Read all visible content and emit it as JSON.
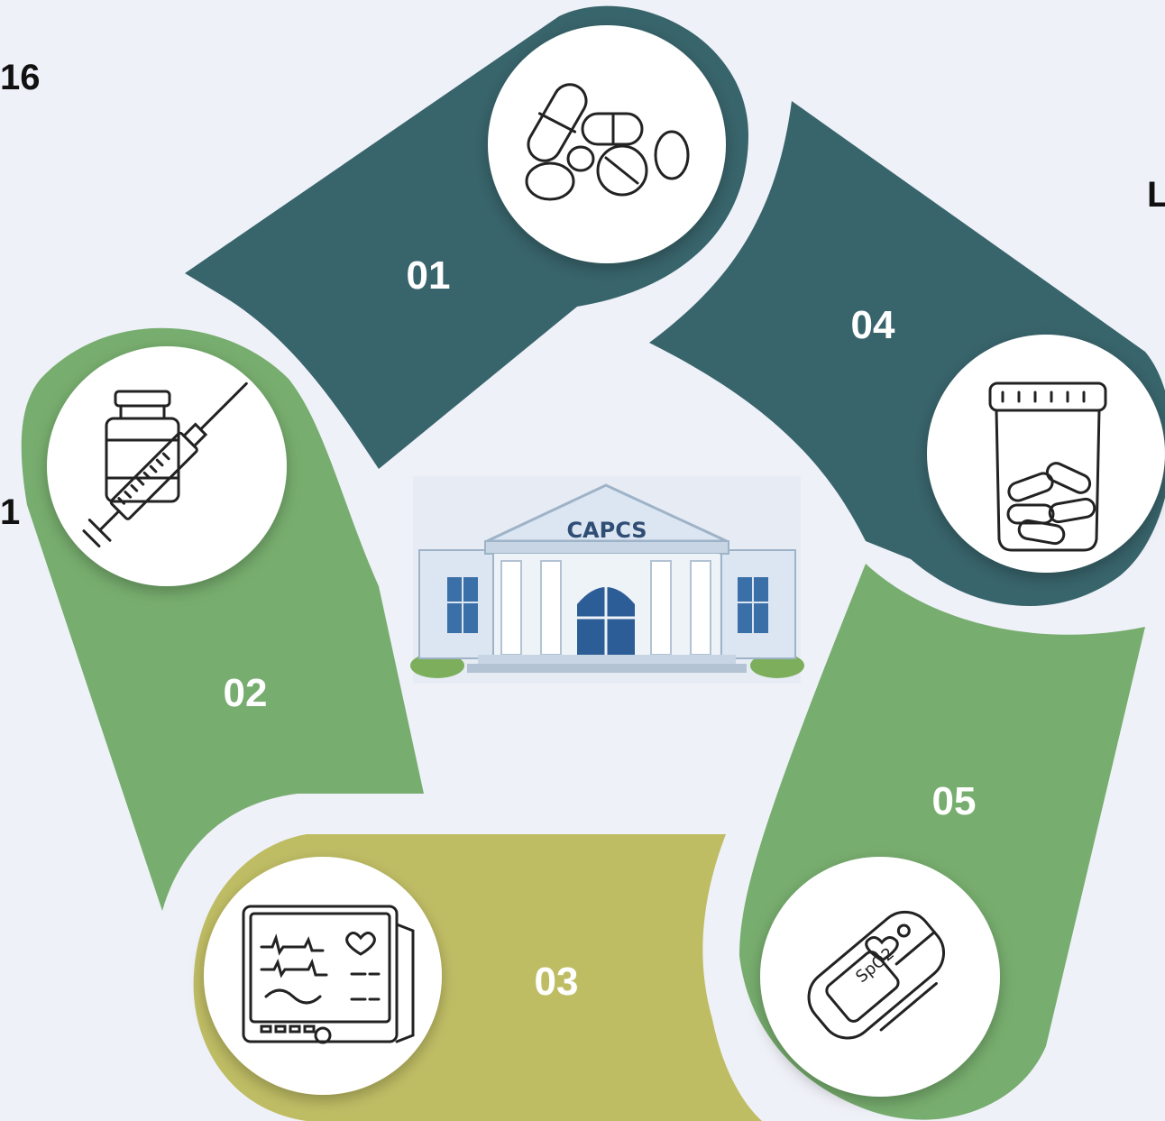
{
  "center": {
    "label": "CAPCS",
    "icon": "government-building-icon"
  },
  "steps": [
    {
      "number": "01",
      "color": "#38646b",
      "icon": "pills-icon"
    },
    {
      "number": "02",
      "color": "#77ad6e",
      "icon": "vial-syringe-icon"
    },
    {
      "number": "03",
      "color": "#bfbd64",
      "icon": "patient-monitor-icon"
    },
    {
      "number": "04",
      "color": "#38646b",
      "icon": "pill-jar-icon"
    },
    {
      "number": "05",
      "color": "#77ad6e",
      "icon": "pulse-oximeter-icon"
    }
  ],
  "edge_text": {
    "top_left": "16",
    "left": "1",
    "right": "L"
  }
}
